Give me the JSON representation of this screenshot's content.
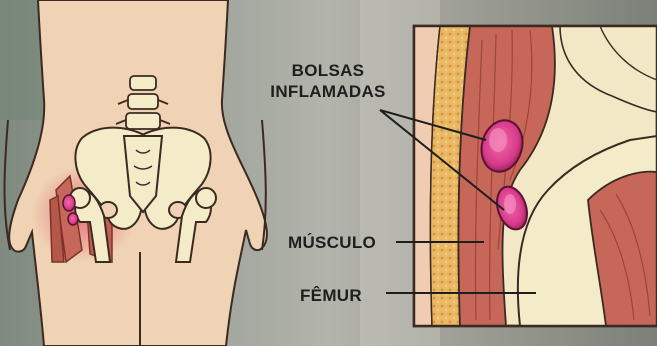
{
  "labels": {
    "bursae_line1": "BOLSAS",
    "bursae_line2": "INFLAMADAS",
    "muscle": "MÚSCULO",
    "femur": "FÊMUR"
  },
  "colors": {
    "skin": "#f0d2b4",
    "bone": "#f4ecc8",
    "muscle": "#c7675a",
    "bursa": "#d93a8c",
    "fat": "#e8b25a",
    "outline": "#3b2a22"
  }
}
